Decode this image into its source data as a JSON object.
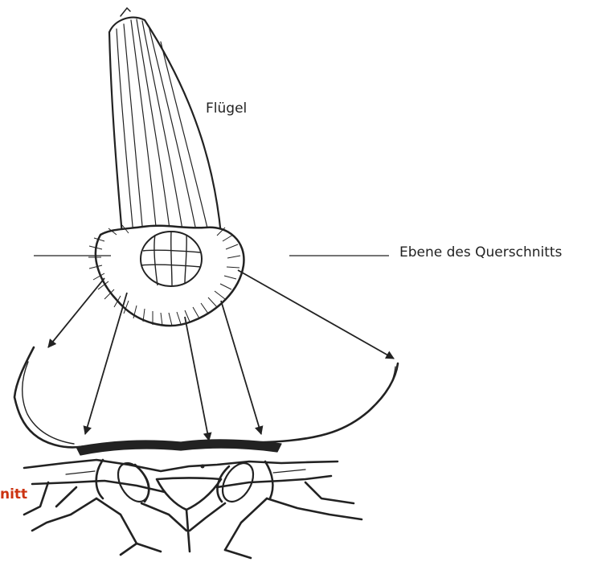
{
  "labels": {
    "wing": "Flügel",
    "plane": "Ebene des Querschnitts",
    "section": "nitt"
  },
  "colors": {
    "ink": "#222222",
    "section_label": "#cc3311"
  }
}
